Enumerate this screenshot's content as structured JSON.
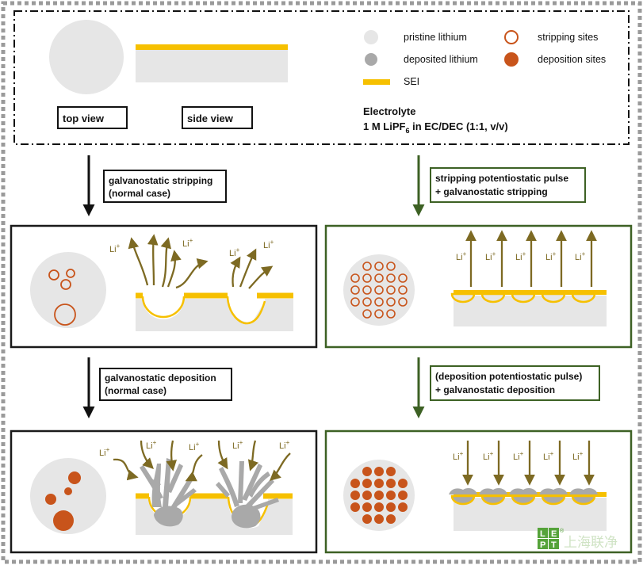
{
  "legend": {
    "view_labels": [
      "top view",
      "side view"
    ],
    "items": [
      {
        "label": "pristine lithium"
      },
      {
        "label": "stripping sites"
      },
      {
        "label": "deposited lithium"
      },
      {
        "label": "deposition sites"
      },
      {
        "label": "SEI"
      }
    ],
    "electrolyte_title": "Electrolyte",
    "electrolyte_formula_main": "1 M LiPF",
    "electrolyte_formula_sub": "6",
    "electrolyte_formula_rest": " in EC/DEC (1:1, v/v)"
  },
  "steps": {
    "left_strip": [
      "galvanostatic stripping",
      "(normal case)"
    ],
    "right_strip": [
      "stripping potentiostatic pulse",
      "+ galvanostatic stripping"
    ],
    "left_dep": [
      "galvanostatic deposition",
      "(normal case)"
    ],
    "right_dep": [
      "(deposition potentiostatic pulse)",
      "+ galvanostatic deposition"
    ]
  },
  "ion": {
    "main": "Li",
    "sup": "+"
  },
  "watermark": {
    "chars": [
      "L",
      "E",
      "P",
      "T"
    ],
    "reg": "®",
    "text": "上海联净"
  },
  "colors": {
    "pristine": "#e6e6e6",
    "deposited": "#a9a9a9",
    "sei": "#f6c000",
    "site": "#c8541b",
    "arrow": "#7d6a23",
    "frame_dark": "#1a1a1a",
    "frame_green": "#3d6124",
    "step_arrow_green": "#3d6124"
  }
}
